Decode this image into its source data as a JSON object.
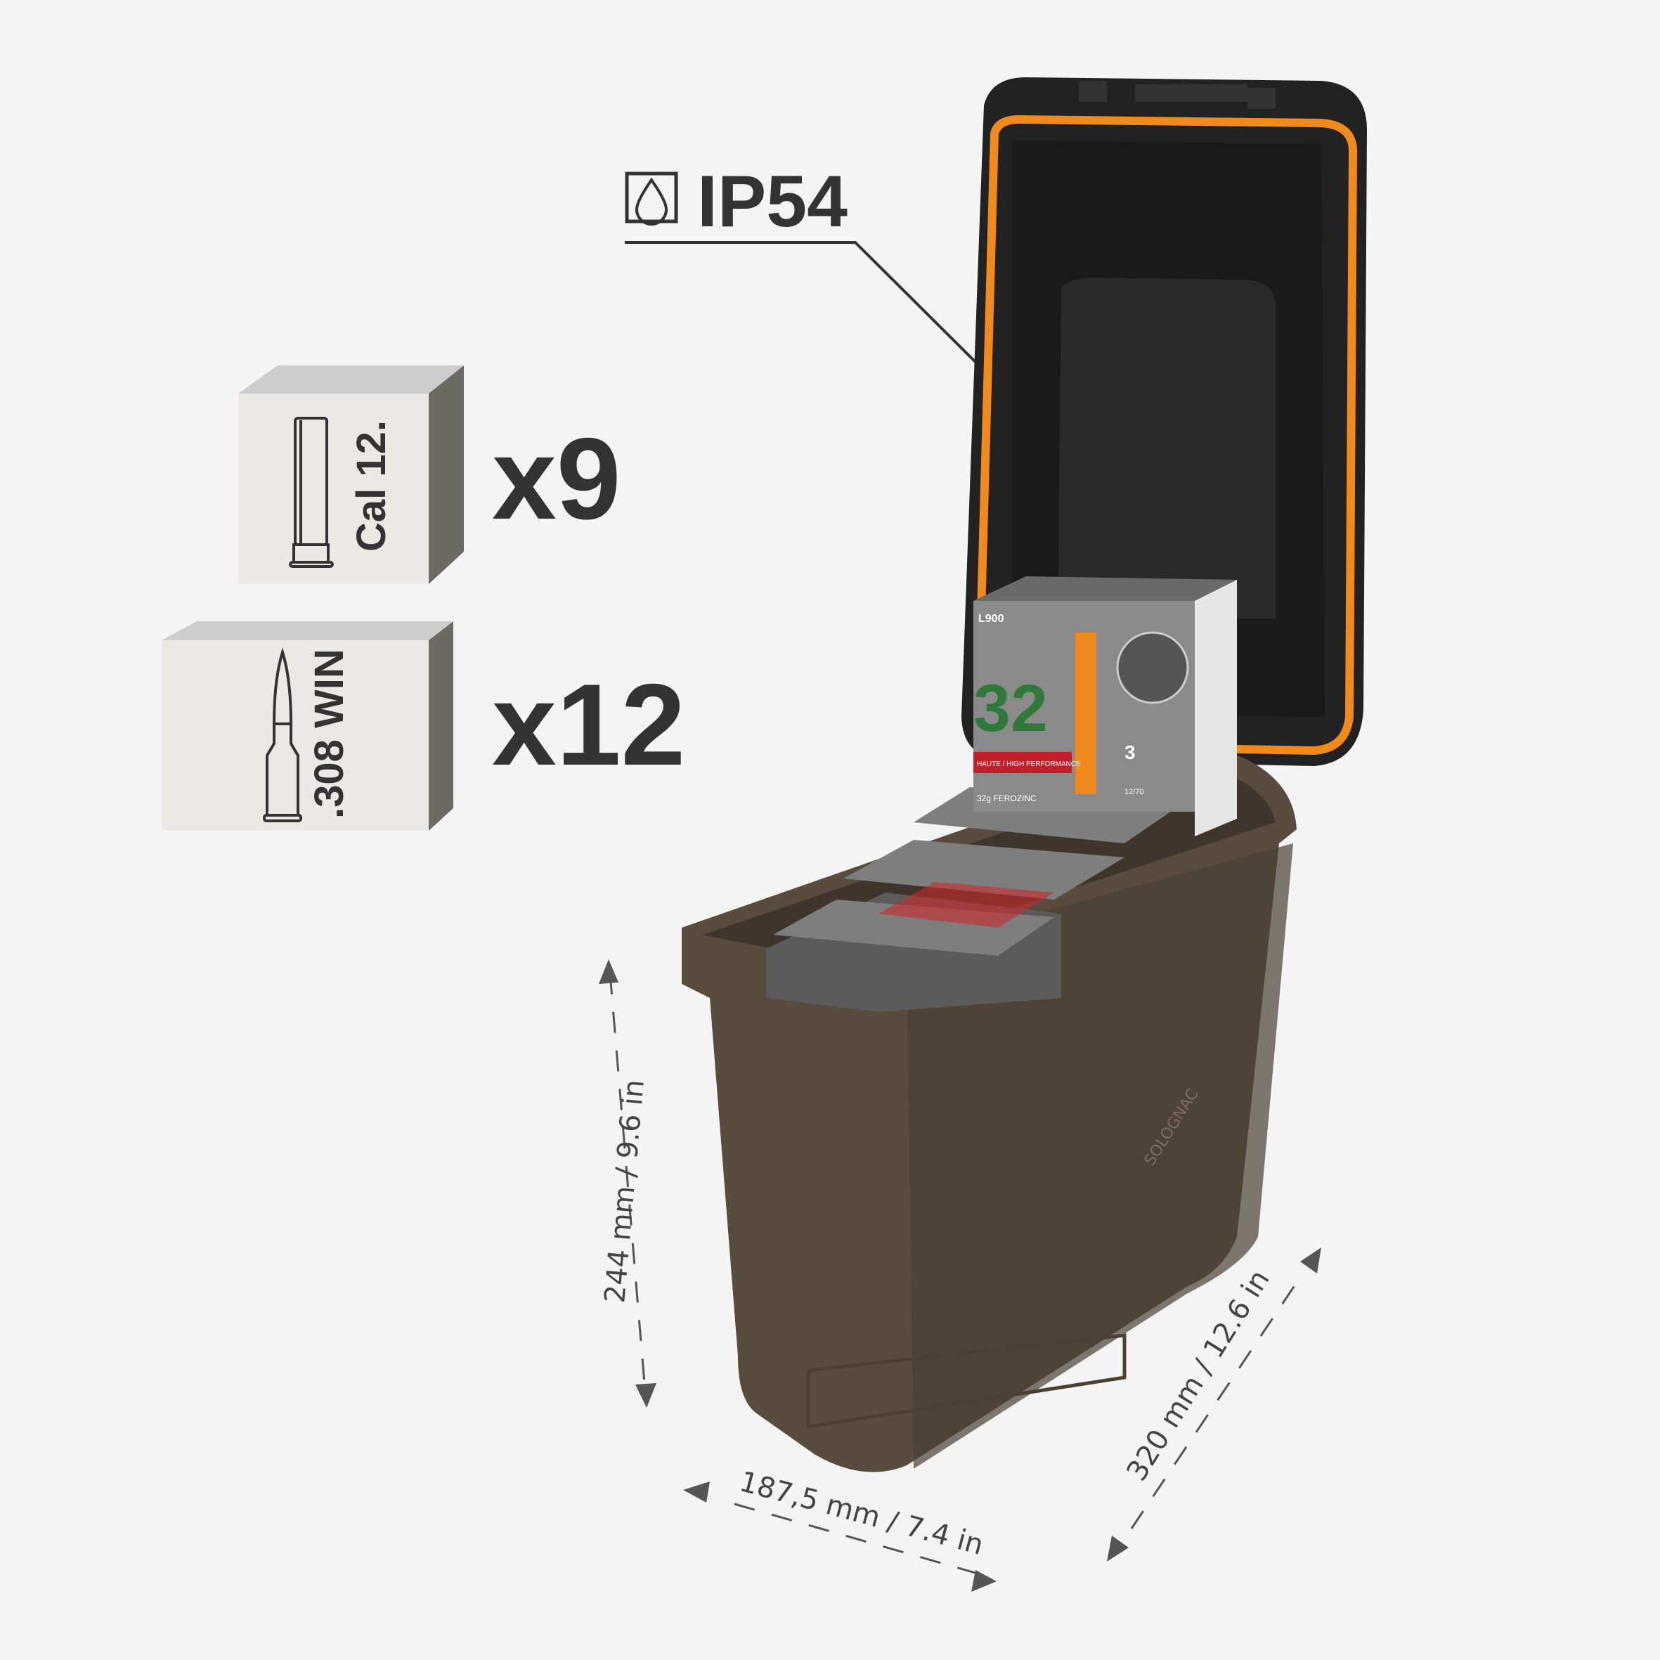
{
  "rating": {
    "icon": "water-drop-icon",
    "label": "IP54"
  },
  "capacity": [
    {
      "caliber": "Cal 12.",
      "icon": "shotgun-shell-icon",
      "quantity": "x9"
    },
    {
      "caliber": ".308 WIN",
      "icon": "rifle-cartridge-icon",
      "quantity": "x12"
    }
  ],
  "dimensions": {
    "height": "244 mm / 9.6 in",
    "width": "187,5 mm / 7.4 in",
    "length": "320 mm / 12.6 in"
  },
  "product": {
    "brand": "SOLOGNAC",
    "box_model": "L900",
    "box_number": "32",
    "box_shot": "3",
    "box_load": "32g FEROZINC",
    "box_gauge": "12/70",
    "box_tagline": "HAUTE / HIGH PERFORMANCE"
  },
  "colors": {
    "case_body": "#574c3e",
    "lid": "#1f1f1f",
    "seal": "#f08a1c",
    "text": "#333333"
  }
}
